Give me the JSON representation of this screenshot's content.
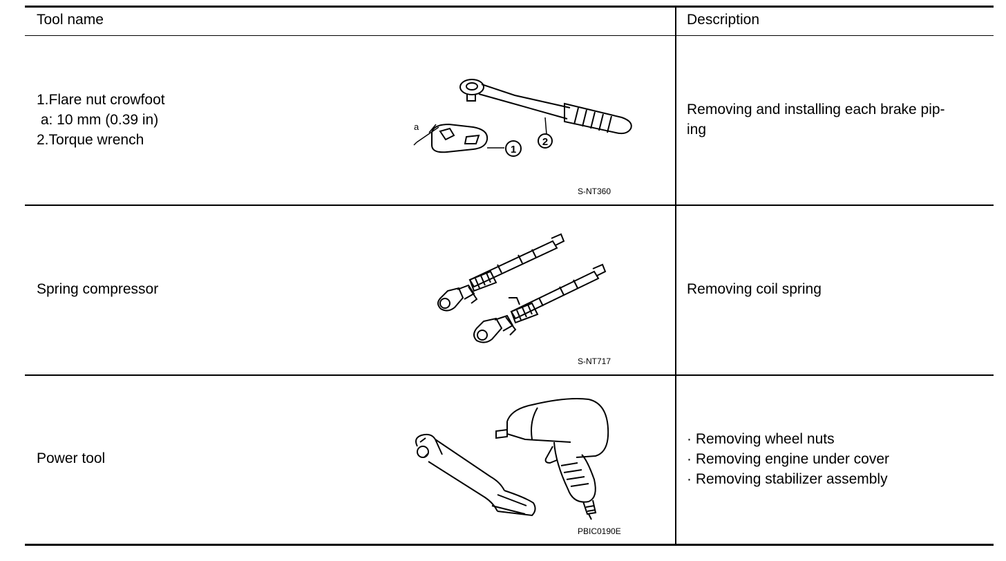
{
  "table": {
    "headers": [
      "Tool name",
      "Description"
    ],
    "rows": [
      {
        "tool_lines": [
          "1.Flare nut crowfoot",
          " a: 10 mm (0.39 in)",
          "2.Torque wrench"
        ],
        "description_lines": [
          "Removing and installing each brake pip-",
          "ing"
        ],
        "figure_code": "S-NT360",
        "callouts": {
          "a": "a",
          "c1": "1",
          "c2": "2"
        }
      },
      {
        "tool_lines": [
          "Spring compressor"
        ],
        "description_lines": [
          "Removing coil spring"
        ],
        "figure_code": "S-NT717"
      },
      {
        "tool_lines": [
          "Power tool"
        ],
        "description_lines": [
          "· Removing wheel nuts",
          "· Removing engine under cover",
          "· Removing stabilizer assembly"
        ],
        "figure_code": "PBIC0190E"
      }
    ]
  }
}
